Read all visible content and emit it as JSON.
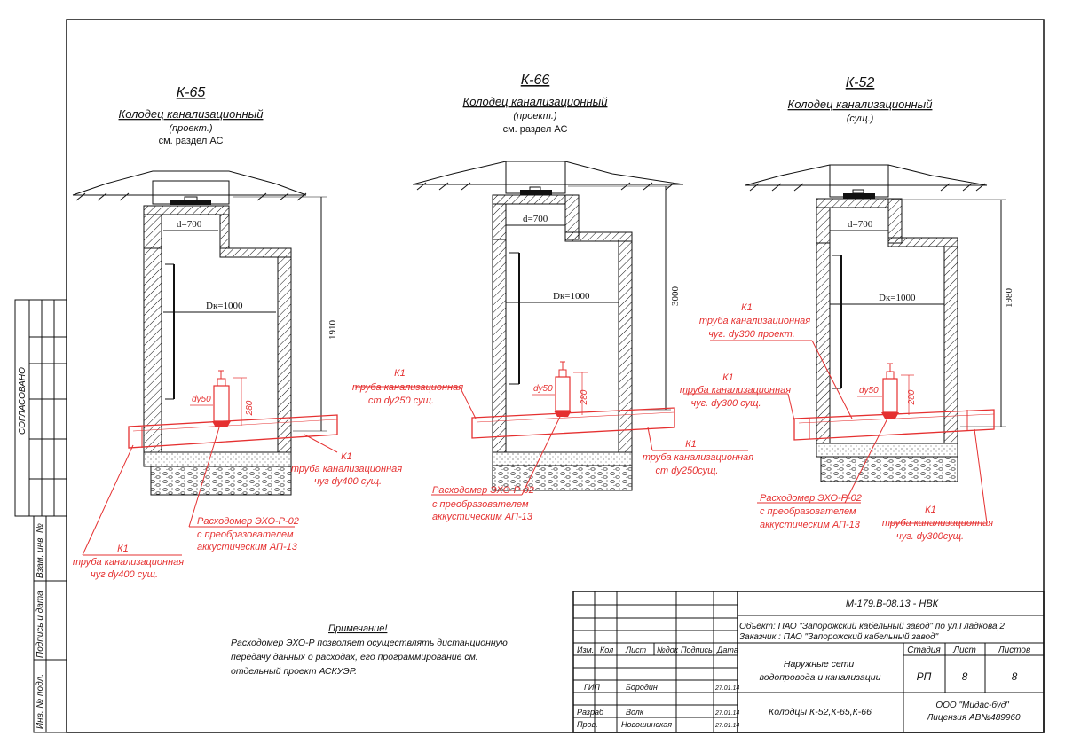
{
  "wells": [
    {
      "id": "К-65",
      "title": "Колодец канализационный",
      "line2": "(проект.)",
      "line3": "см. раздел АС",
      "d_label": "d=700",
      "dk_label": "Dк=1000",
      "depth": "1910",
      "dy_label": "dy50",
      "h_label": "280",
      "callouts": [
        {
          "lines": [
            "К1",
            "труба канализационная",
            "чуг dy400 сущ."
          ]
        },
        {
          "lines": [
            "Расходомер ЭХО-Р-02",
            "с преобразователем",
            "аккустическим АП-13"
          ]
        },
        {
          "lines": [
            "К1",
            "труба канализационная",
            "чуг dy400 сущ."
          ]
        }
      ]
    },
    {
      "id": "К-66",
      "title": "Колодец канализационный",
      "line2": "(проект.)",
      "line3": "см. раздел АС",
      "d_label": "d=700",
      "dk_label": "Dк=1000",
      "depth": "3000",
      "dy_label": "dy50",
      "h_label": "280",
      "callouts": [
        {
          "lines": [
            "К1",
            "труба канализационная",
            "ст dy250 сущ."
          ]
        },
        {
          "lines": [
            "Расходомер ЭХО-Р-02",
            "с преобразователем",
            "аккустическим АП-13"
          ]
        },
        {
          "lines": [
            "К1",
            "труба канализационная",
            "ст dy250сущ."
          ]
        }
      ]
    },
    {
      "id": "К-52",
      "title": "Колодец канализационный",
      "line2": "(сущ.)",
      "line3": "",
      "d_label": "d=700",
      "dk_label": "Dк=1000",
      "depth": "1980",
      "dy_label": "dy50",
      "h_label": "280",
      "callouts": [
        {
          "lines": [
            "К1",
            "труба канализационная",
            "чуг. dy300 проект."
          ]
        },
        {
          "lines": [
            "К1",
            "труба канализационная",
            "чуг. dy300 сущ."
          ]
        },
        {
          "lines": [
            "Расходомер ЭХО-Р-02",
            "с преобразователем",
            "аккустическим АП-13"
          ]
        },
        {
          "lines": [
            "К1",
            "труба канализационная",
            "чуг. dy300сущ."
          ]
        }
      ]
    }
  ],
  "note": {
    "title": "Примечание!",
    "lines": [
      "Расходомер ЭХО-Р позволяет осуществлять дистанционную",
      "передачу данных о расходах, его программирование см.",
      "отдельный проект АСКУЭР."
    ]
  },
  "side_stamp": {
    "soglasovano": "СОГЛАСОВАНО",
    "vzam": "Взам. инв. №",
    "podpis": "Подпись и дата",
    "inv": "Инв. № подл."
  },
  "title_block": {
    "code": "М-179.В-08.13 - НВК",
    "object_line": "Объект: ПАО \"Запорожский кабельный завод\" по ул.Гладкова,2",
    "customer_line": "Заказчик : ПАО \"Запорожский кабельный завод\"",
    "headers": [
      "Изм.",
      "Кол",
      "Лист",
      "№док",
      "Подпись",
      "Дата"
    ],
    "section_name": [
      "Наружные сети",
      "водопровода и канализации"
    ],
    "stage_hdr": "Стадия",
    "sheet_hdr": "Лист",
    "sheets_hdr": "Листов",
    "stage": "РП",
    "sheet": "8",
    "sheets": "8",
    "drawing_name": "Колодцы К-52,К-65,К-66",
    "org_line1": "ООО \"Мидас-буд\"",
    "org_line2": "Лицензия АВ№489960",
    "rows": [
      {
        "role": "ГИП",
        "name": "Бородин",
        "date": "27.01.14"
      },
      {
        "role": "Разраб",
        "name": "Волк",
        "date": "27.01.14"
      },
      {
        "role": "Пров.",
        "name": "Новошинская",
        "date": "27.01.14"
      }
    ]
  }
}
